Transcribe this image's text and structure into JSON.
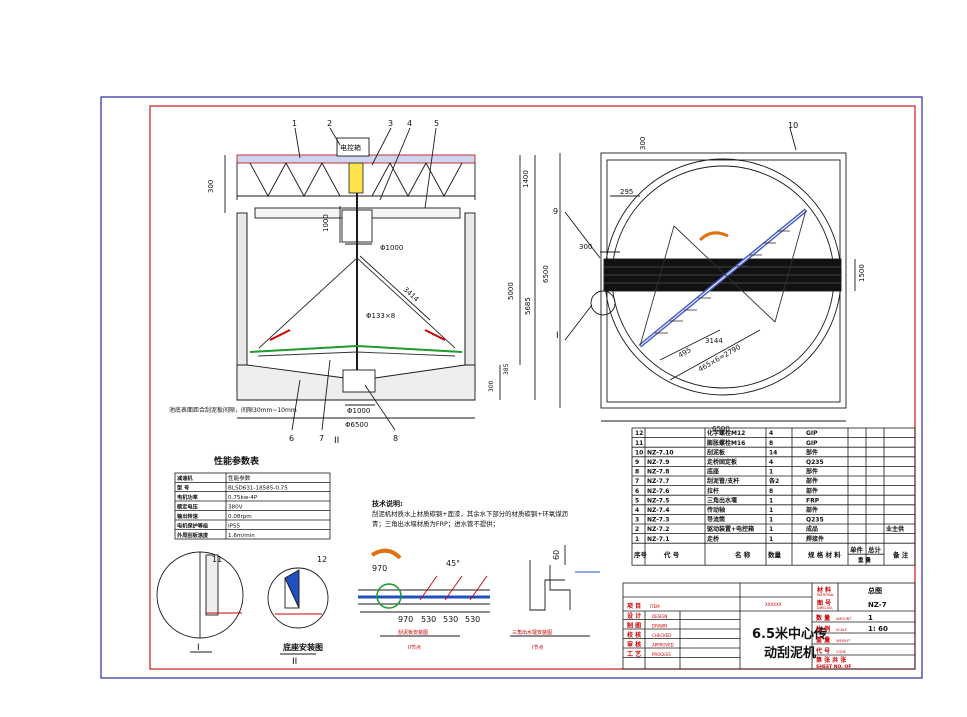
{
  "colors": {
    "outer_border": "#2a2aa0",
    "inner_border": "#d01818",
    "line": "#1a1a1a",
    "hatch": "#222",
    "red": "#cc0000",
    "green": "#1d9a2a",
    "blue_pipe": "#2050c0",
    "arrow": "#e07010",
    "beam": "#4a60c8"
  },
  "elevation": {
    "balloons": [
      "1",
      "2",
      "3",
      "4",
      "5"
    ],
    "balloons_bottom": [
      "6",
      "7",
      "8"
    ],
    "section_label": "II",
    "control_box": "电控箱",
    "dims": {
      "d300": "300",
      "d1400": "1400",
      "d1000v": "1000",
      "phi1000": "Φ1000",
      "d3414": "3414",
      "phi133": "Φ133×8",
      "d5000": "5000",
      "d5685": "5685",
      "d300b": "300",
      "d385": "385",
      "phi1000b": "Φ1000",
      "phi6500": "Φ6500"
    },
    "note": "池底表面距合刮泥板间隙，间隙30mm~10mm"
  },
  "plan": {
    "balloons": [
      "10",
      "9"
    ],
    "section_label": "I",
    "dims": {
      "d300top": "300",
      "d295": "295",
      "d300": "300",
      "d6500v": "6500",
      "d1500": "1500",
      "d3144": "3144",
      "d495": "495",
      "d465": "465×6=2790",
      "d6500h": "6500"
    }
  },
  "parts_table": {
    "header": [
      "序号",
      "代 号",
      "名 称",
      "数量",
      "规 格 材 料",
      "单件",
      "总计",
      "备 注"
    ],
    "header_weight": "重 量",
    "rows": [
      {
        "no": "12",
        "code": "",
        "name": "化学螺栓M12",
        "qty": "4",
        "mat": "GIP",
        "note": ""
      },
      {
        "no": "11",
        "code": "",
        "name": "膨胀螺栓M16",
        "qty": "8",
        "mat": "GIP",
        "note": ""
      },
      {
        "no": "10",
        "code": "NZ-7.10",
        "name": "刮泥板",
        "qty": "14",
        "mat": "部件",
        "note": ""
      },
      {
        "no": "9",
        "code": "NZ-7.9",
        "name": "走桥固定板",
        "qty": "4",
        "mat": "Q235",
        "note": ""
      },
      {
        "no": "8",
        "code": "NZ-7.8",
        "name": "底座",
        "qty": "1",
        "mat": "部件",
        "note": ""
      },
      {
        "no": "7",
        "code": "NZ-7.7",
        "name": "刮泥管/支杆",
        "qty": "各2",
        "mat": "部件",
        "note": ""
      },
      {
        "no": "6",
        "code": "NZ-7.6",
        "name": "拉杆",
        "qty": "8",
        "mat": "部件",
        "note": ""
      },
      {
        "no": "5",
        "code": "NZ-7.5",
        "name": "三角出水堰",
        "qty": "1",
        "mat": "FRP",
        "note": ""
      },
      {
        "no": "4",
        "code": "NZ-7.4",
        "name": "传动轴",
        "qty": "1",
        "mat": "部件",
        "note": ""
      },
      {
        "no": "3",
        "code": "NZ-7.3",
        "name": "导流筒",
        "qty": "1",
        "mat": "Q235",
        "note": ""
      },
      {
        "no": "2",
        "code": "NZ-7.2",
        "name": "驱动装置+电控箱",
        "qty": "1",
        "mat": "成品",
        "note": "业主供"
      },
      {
        "no": "1",
        "code": "NZ-7.1",
        "name": "走桥",
        "qty": "1",
        "mat": "焊接件",
        "note": ""
      }
    ]
  },
  "performance": {
    "title": "性能参数表",
    "rows": [
      [
        "减速机",
        "性能参数"
      ],
      [
        "型 号",
        "BLSD631-18585-0.75"
      ],
      [
        "电机功率",
        "0.75kw-4P"
      ],
      [
        "额定电压",
        "380V"
      ],
      [
        "输出转速",
        "0.08rpm"
      ],
      [
        "电机保护等级",
        "IP55"
      ],
      [
        "外周刮板速度",
        "1.6m/min"
      ]
    ]
  },
  "tech_notes": {
    "title": "技术说明:",
    "lines": [
      "刮泥机材质水上材质碳钢+面漆，其余水下部分的材质碳钢+环氧煤沥",
      "青；三角出水堰材质为FRP；进水管不提供；"
    ]
  },
  "details": {
    "d1_nums": [
      "11",
      "12"
    ],
    "d1_label": "I",
    "d2_title": "底座安装图",
    "d2_label": "II",
    "d3_dims": [
      "970",
      "45°",
      "970",
      "530",
      "530",
      "530"
    ],
    "d3_caption": "刮泥板安装图",
    "d3_sub": "II节点",
    "d4_dim": "60",
    "d4_caption": "三角出水堰安装图",
    "d4_sub": "I节点"
  },
  "title_block": {
    "material_label": "材 料",
    "material_en": "MATERIAL",
    "material_value": "总图",
    "drawing_no_label": "图 号",
    "drawing_no_en": "DWG.NO.",
    "drawing_no_value": "NZ-7",
    "project_label": "项 目",
    "project_en": "ITEM",
    "project_mark": "XXXXXX",
    "title_line1": "6.5米中心传",
    "title_line2": "动刮泥机",
    "rows_left": [
      {
        "cn": "设 计",
        "en": "DESIGN"
      },
      {
        "cn": "制 图",
        "en": "DRAWN"
      },
      {
        "cn": "校 核",
        "en": "CHECKED"
      },
      {
        "cn": "审 核",
        "en": "APPROVED"
      },
      {
        "cn": "工 艺",
        "en": "PROCESS"
      }
    ],
    "qty_label": "数 量",
    "qty_en": "AMOUNT",
    "qty_value": "1",
    "scale_label": "比 例",
    "scale_en": "SCALE",
    "scale_value": "1:  60",
    "weight_label": "重 量",
    "weight_en": "WEIGHT",
    "code_label": "代 号",
    "code_en": "CODE",
    "sheet_label": "第   张 共   张",
    "sheet_en": "SHEET NO.  OF"
  }
}
